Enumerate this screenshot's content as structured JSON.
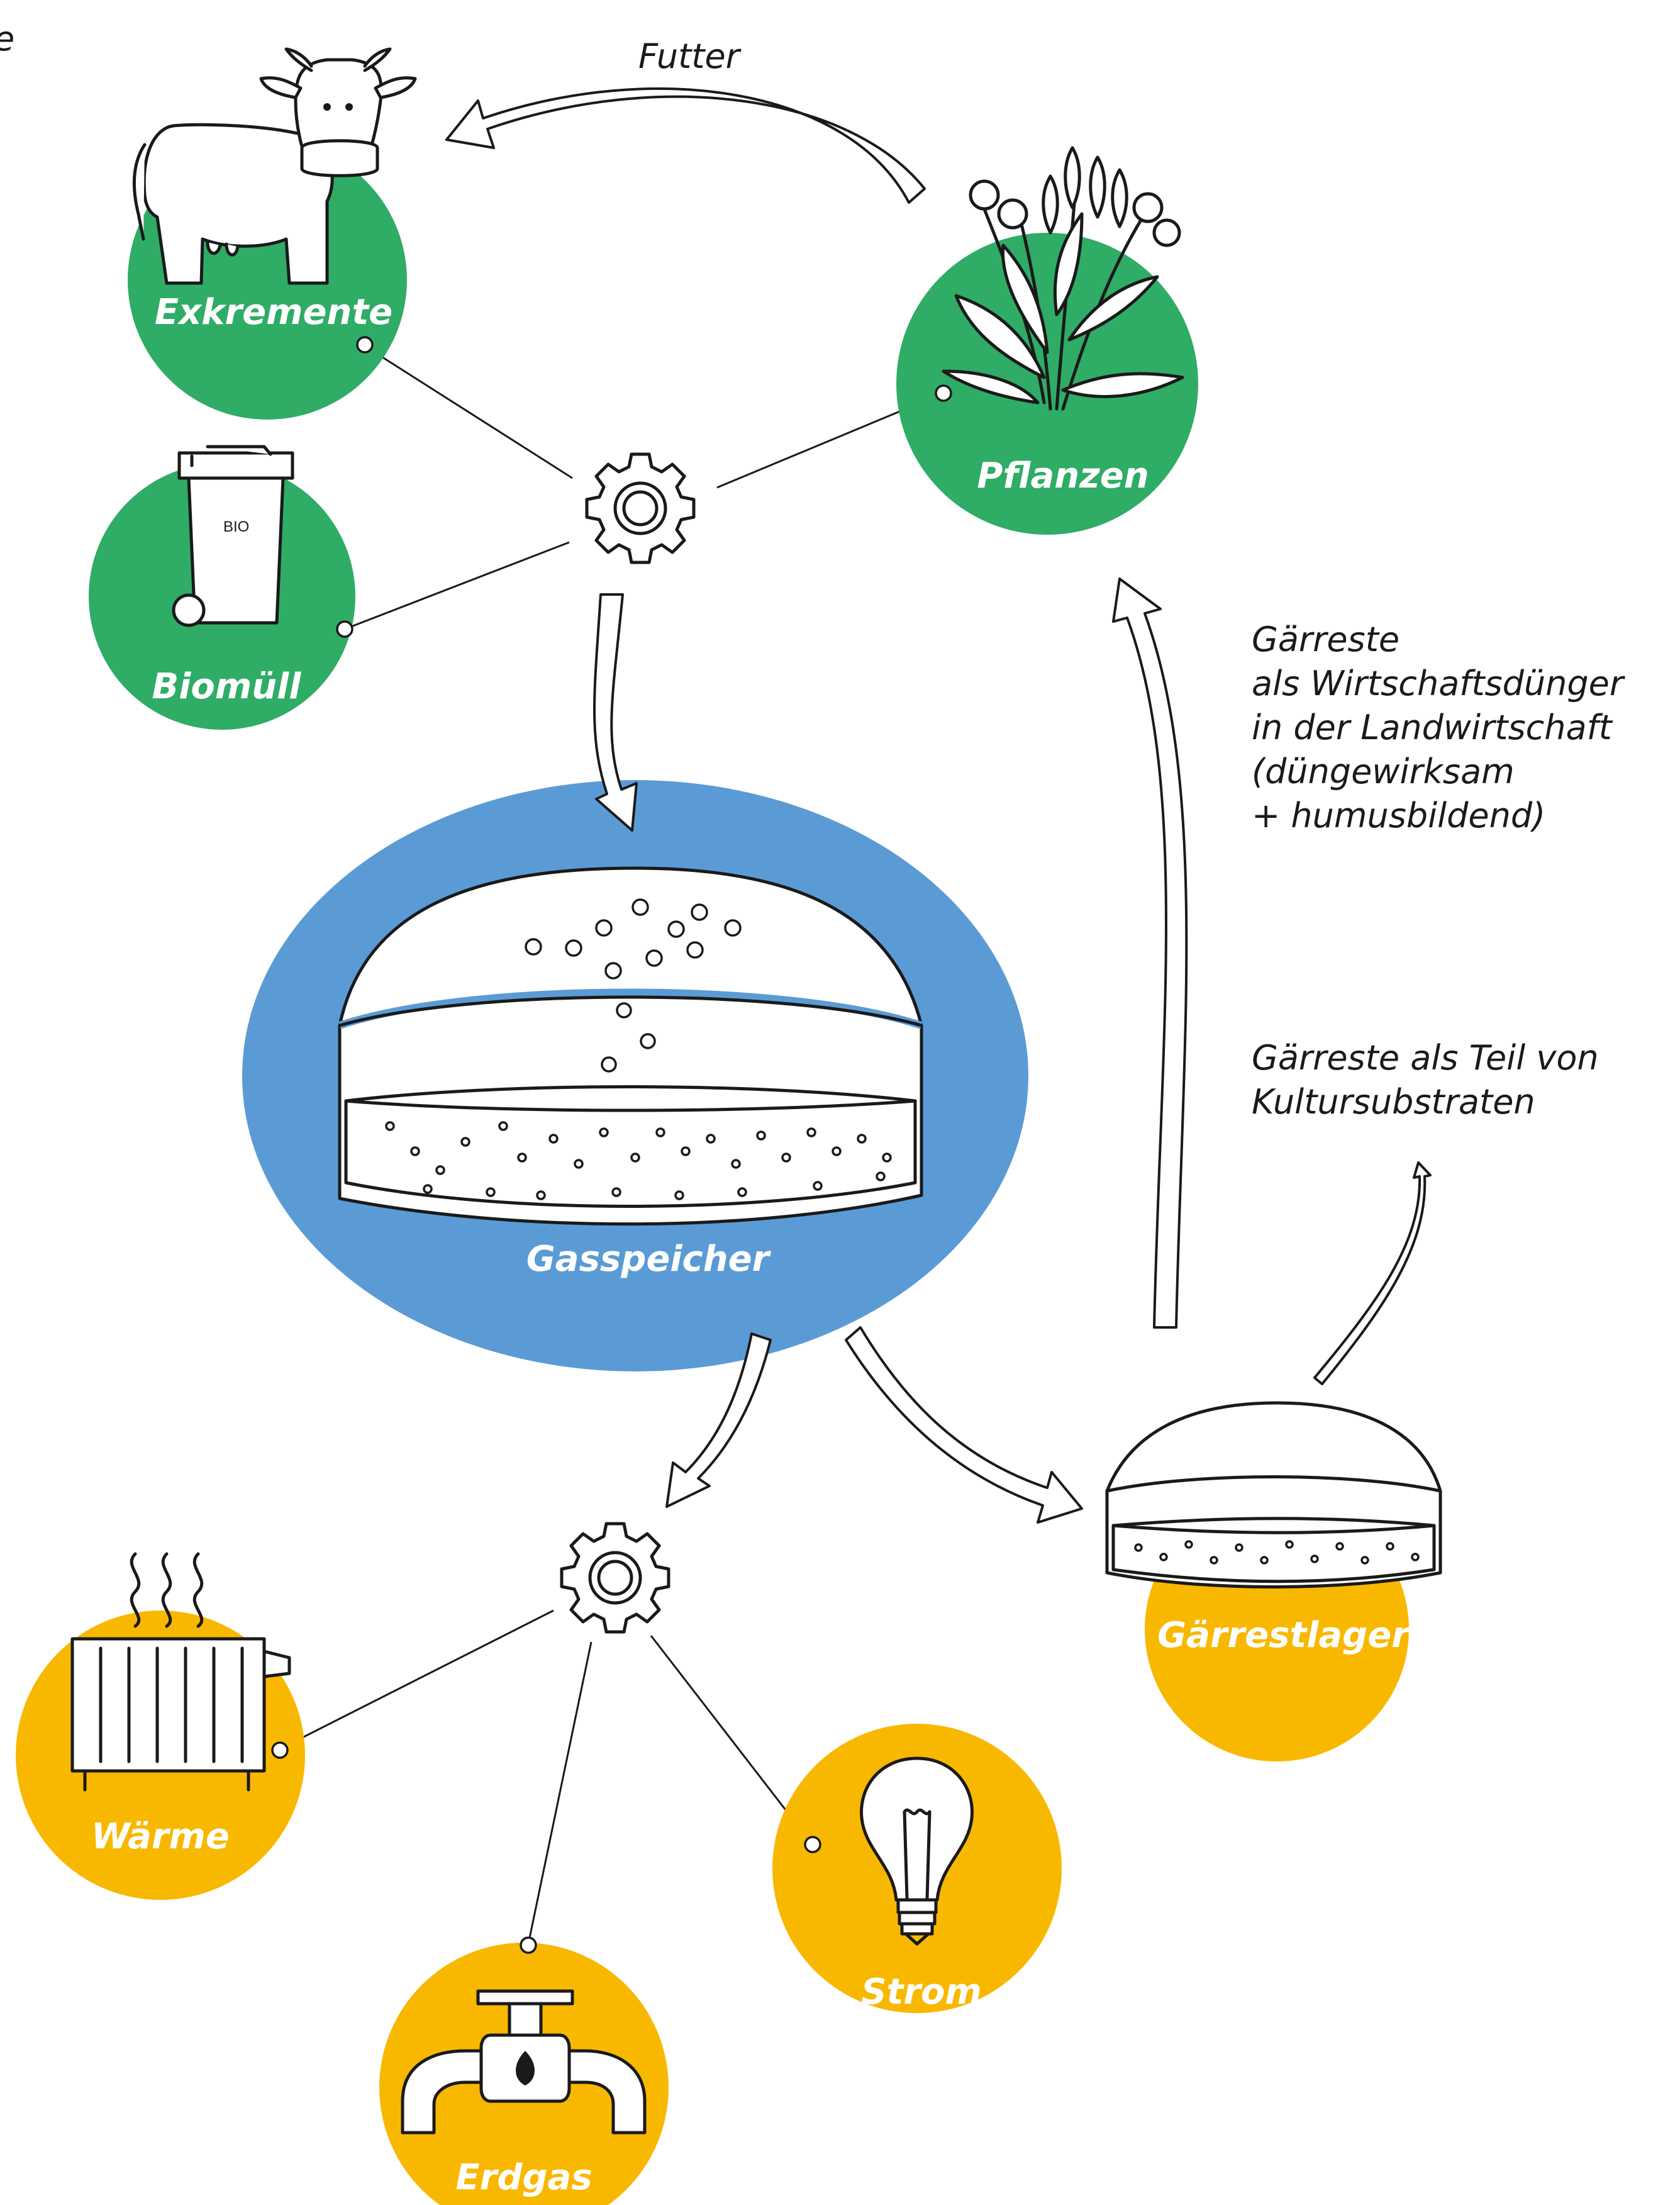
{
  "colors": {
    "green": "#2fac66",
    "yellow": "#f9b800",
    "blue": "#5b9bd5",
    "line": "#1a1a1a"
  },
  "nodes": {
    "exkremente": "Exkremente",
    "biomuell": "Biomüll",
    "pflanzen": "Pflanzen",
    "gasspeicher": "Gasspeicher",
    "gaerrestlager": "Gärrestlager",
    "waerme": "Wärme",
    "erdgas": "Erdgas",
    "strom": "Strom"
  },
  "bin_label": "BIO",
  "notes": {
    "futter": "Futter",
    "gaerreste_duenger": [
      "Gärreste",
      "als Wirtschaftsdünger",
      "in der Landwirtschaft",
      "(düngewirksam",
      "+ humusbildend)"
    ],
    "gaerreste_substrat": [
      "Gärreste als Teil von",
      "Kultursubstraten"
    ]
  },
  "icons": {
    "top_gear": "gear-icon",
    "bottom_gear": "gear-icon",
    "cow": "cow-icon",
    "bin": "bio-bin-icon",
    "plants": "plants-icon",
    "radiator": "radiator-icon",
    "pipe": "gas-pipe-icon",
    "bulb": "light-bulb-icon",
    "digester": "digester-tank-icon",
    "storage": "storage-tank-icon"
  }
}
